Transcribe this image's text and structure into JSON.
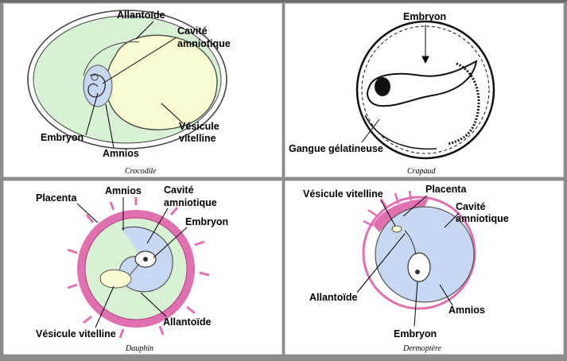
{
  "colors": {
    "background": "#8c8c8c",
    "panel": "#ffffff",
    "allantois_green": "#d8f0d4",
    "yolk_yellow": "#fafad2",
    "amnion_blue": "#c8d8f2",
    "placenta_pink": "#e070b0"
  },
  "panels": [
    {
      "caption": "Crocodile",
      "labels": {
        "allantoide": "Allantoïde",
        "cavite_l1": "Cavité",
        "cavite_l2": "amniotique",
        "vesicule_l1": "Vésicule",
        "vesicule_l2": "vitelline",
        "embryon": "Embryon",
        "amnios": "Amnios"
      }
    },
    {
      "caption": "Crapaud",
      "labels": {
        "embryon": "Embryon",
        "gangue": "Gangue gélatineuse"
      }
    },
    {
      "caption": "Dauphin",
      "labels": {
        "placenta": "Placenta",
        "amnios": "Amnios",
        "cavite_l1": "Cavité",
        "cavite_l2": "amniotique",
        "embryon": "Embryon",
        "vesicule": "Vésicule vitelline",
        "allantoide": "Allantoïde"
      }
    },
    {
      "caption": "Dermoptère",
      "labels": {
        "vesicule": "Vésicule vitelline",
        "placenta": "Placenta",
        "cavite_l1": "Cavité",
        "cavite_l2": "amniotique",
        "allantoide": "Allantoïde",
        "amnios": "Amnios",
        "embryon": "Embryon"
      }
    }
  ]
}
